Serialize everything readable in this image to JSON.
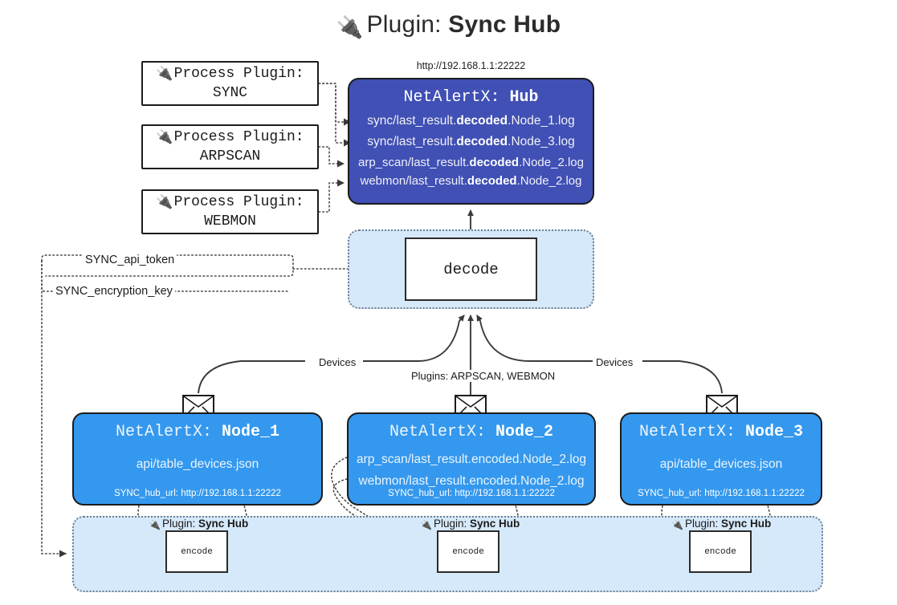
{
  "title": {
    "icon": "plug-icon",
    "prefix": "Plugin: ",
    "name": "Sync Hub"
  },
  "hub": {
    "url_caption": "http://192.168.1.1:22222",
    "title_prefix": "NetAlertX: ",
    "title_name": "Hub",
    "logs": [
      {
        "pre": "sync/last_result.",
        "em": "decoded",
        "post": ".Node_1.log"
      },
      {
        "pre": "sync/last_result.",
        "em": "decoded",
        "post": ".Node_3.log"
      },
      {
        "pre": "arp_scan/last_result.",
        "em": "decoded",
        "post": ".Node_2.log"
      },
      {
        "pre": "webmon/last_result.",
        "em": "decoded",
        "post": ".Node_2.log"
      }
    ]
  },
  "process_plugins": [
    {
      "icon": "plug-icon",
      "line1": "Process Plugin:",
      "line2": "SYNC"
    },
    {
      "icon": "plug-icon",
      "line1": "Process Plugin:",
      "line2": "ARPSCAN"
    },
    {
      "icon": "plug-icon",
      "line1": "Process Plugin:",
      "line2": "WEBMON"
    }
  ],
  "decode": {
    "label": "decode"
  },
  "tokens": [
    {
      "label": "SYNC_api_token"
    },
    {
      "label": "SYNC_encryption_key"
    }
  ],
  "edge_labels": {
    "devices_left": "Devices",
    "devices_right": "Devices",
    "plugins_mid": "Plugins: ARPSCAN, WEBMON"
  },
  "nodes": [
    {
      "icon": "envelope-icon",
      "title_prefix": "NetAlertX: ",
      "title_name": "Node_1",
      "lines": [
        "api/table_devices.json"
      ],
      "url": "SYNC_hub_url: http://192.168.1.1:22222"
    },
    {
      "icon": "envelope-icon",
      "title_prefix": "NetAlertX: ",
      "title_name": "Node_2",
      "lines": [
        "arp_scan/last_result.encoded.Node_2.log",
        "webmon/last_result.encoded.Node_2.log"
      ],
      "url": "SYNC_hub_url: http://192.168.1.1:22222"
    },
    {
      "icon": "envelope-icon",
      "title_prefix": "NetAlertX: ",
      "title_name": "Node_3",
      "lines": [
        "api/table_devices.json"
      ],
      "url": "SYNC_hub_url: http://192.168.1.1:22222"
    }
  ],
  "encoders": [
    {
      "icon": "plug-icon",
      "label_prefix": "Plugin: ",
      "label_name": "Sync Hub",
      "box_label": "encode"
    },
    {
      "icon": "plug-icon",
      "label_prefix": "Plugin: ",
      "label_name": "Sync Hub",
      "box_label": "encode"
    },
    {
      "icon": "plug-icon",
      "label_prefix": "Plugin: ",
      "label_name": "Sync Hub",
      "box_label": "encode"
    }
  ],
  "colors": {
    "hub": "#4050b5",
    "node": "#3498ee",
    "container": "#d6e9fa",
    "stroke": "#1b1b1b",
    "dotted": "#6b7f92"
  }
}
